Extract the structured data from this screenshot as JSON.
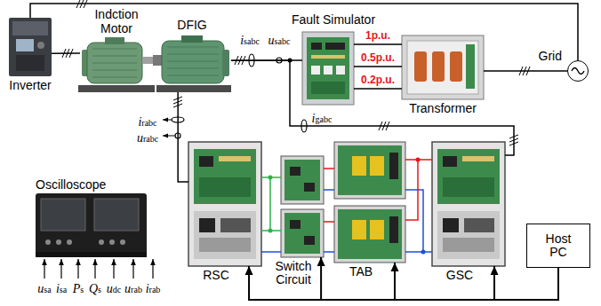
{
  "diagram": {
    "nodes": [
      {
        "text": [
          "Inverter"
        ]
      },
      {
        "text": [
          "Indction Motor"
        ]
      },
      {
        "text": [
          "DFIG"
        ]
      },
      {
        "text": [
          "Fault Simulator"
        ]
      },
      {
        "text": [
          "Transformer"
        ]
      },
      {
        "text": [
          "Grid"
        ]
      },
      {
        "text": [
          "Oscilloscope"
        ]
      },
      {
        "text": [
          "RSC"
        ]
      },
      {
        "text": [
          "Switch Circuit"
        ]
      },
      {
        "text": [
          "TAB"
        ]
      },
      {
        "text": [
          "GSC"
        ]
      },
      {
        "text": [
          "Host PC"
        ]
      }
    ],
    "edges": [
      {
        "from": 0,
        "to": 1,
        "arrow": "none"
      },
      {
        "from": 2,
        "to": 3,
        "arrow": "none"
      },
      {
        "from": 3,
        "to": 4,
        "label": "1p.u.",
        "arrow": "none"
      },
      {
        "from": 3,
        "to": 4,
        "label": "0.5p.u.",
        "arrow": "none"
      },
      {
        "from": 3,
        "to": 4,
        "label": "0.2p.u.",
        "arrow": "none"
      },
      {
        "from": 4,
        "to": 5,
        "arrow": "none"
      },
      {
        "from": 5,
        "to": 0,
        "arrow": "none"
      },
      {
        "from": 2,
        "to": 7,
        "arrow": "none"
      },
      {
        "from": 10,
        "to": 2,
        "arrow": "none"
      },
      {
        "from": 7,
        "to": 8,
        "arrow": "none"
      },
      {
        "from": 8,
        "to": 9,
        "arrow": "none"
      },
      {
        "from": 9,
        "to": 10,
        "arrow": "none"
      },
      {
        "from": 11,
        "to": 7,
        "arrow": "to"
      },
      {
        "from": 11,
        "to": 8,
        "arrow": "to"
      },
      {
        "from": 11,
        "to": 9,
        "arrow": "to"
      },
      {
        "from": 11,
        "to": 10,
        "arrow": "to"
      }
    ],
    "labels": [
      "isabc",
      "usabc",
      "igabc",
      "irabc",
      "urabc",
      "usa",
      "isa",
      "Ps",
      "Qs",
      "udc",
      "urab",
      "irab"
    ]
  }
}
